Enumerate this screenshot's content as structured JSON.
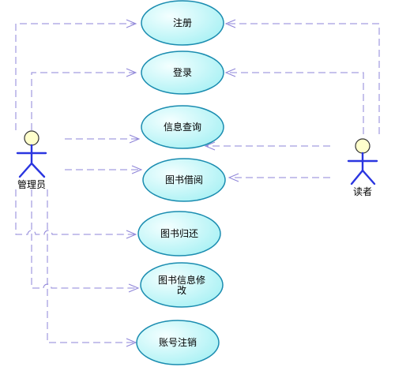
{
  "actors": {
    "admin": {
      "label": "管理员"
    },
    "reader": {
      "label": "读者"
    }
  },
  "use_cases": [
    {
      "id": "register",
      "lines": [
        "注册"
      ]
    },
    {
      "id": "login",
      "lines": [
        "登录"
      ]
    },
    {
      "id": "info-query",
      "lines": [
        "信息查询"
      ]
    },
    {
      "id": "borrow",
      "lines": [
        "图书借阅"
      ]
    },
    {
      "id": "return",
      "lines": [
        "图书归还"
      ]
    },
    {
      "id": "book-modify",
      "lines": [
        "图书信息修",
        "改"
      ]
    },
    {
      "id": "account-cancel",
      "lines": [
        "账号注销"
      ]
    }
  ],
  "colors": {
    "ellipse_fill_light": "#f4ffff",
    "ellipse_fill_dark": "#a8f1f4",
    "ellipse_stroke": "#1a8cb0",
    "connector": "#8e84d8",
    "actor_body": "#2a35e0",
    "actor_head": "#ffffcc"
  }
}
